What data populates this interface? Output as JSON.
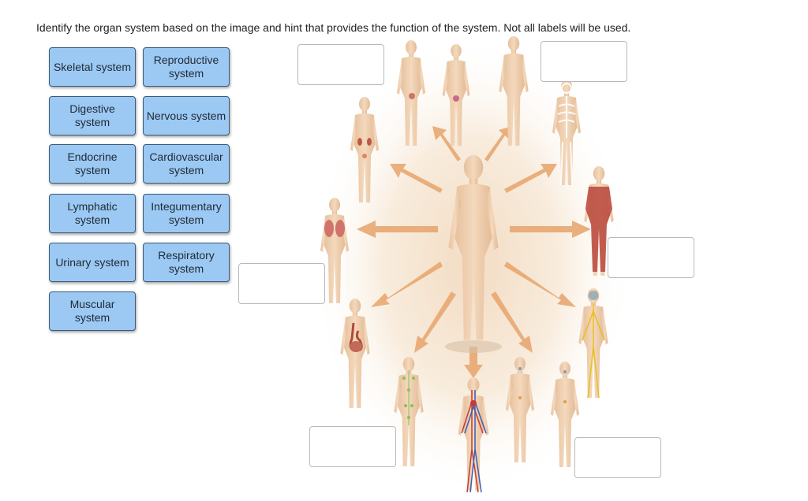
{
  "instruction": "Identify the organ system based on the image and hint that provides the function of the system.  Not all labels will be used.",
  "labels": [
    "Skeletal system",
    "Reproductive system",
    "Digestive system",
    "Nervous system",
    "Endocrine system",
    "Cardiovascular system",
    "Lymphatic system",
    "Integumentary system",
    "Urinary system",
    "Respiratory system",
    "Muscular system"
  ],
  "drop_targets": [
    "",
    "",
    "",
    "",
    "",
    ""
  ],
  "colors": {
    "label_fill": "#9cc9f3",
    "label_border": "#3a5a78",
    "arrow": "#e8a872",
    "skin": "#f0d2b4",
    "background_glow": "#f6e9d8"
  }
}
